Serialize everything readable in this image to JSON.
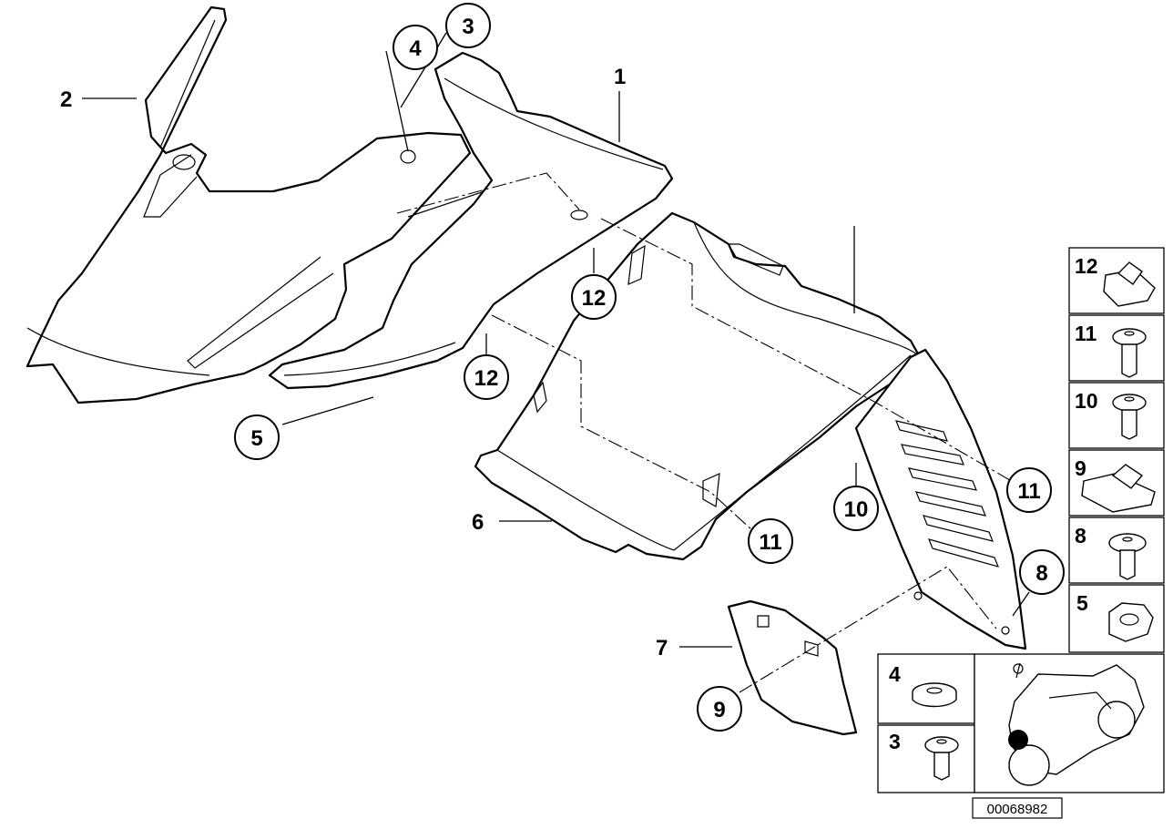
{
  "callouts": [
    "1",
    "2",
    "3",
    "4",
    "5",
    "6",
    "7",
    "8",
    "9",
    "10",
    "11",
    "11",
    "12",
    "12"
  ],
  "legend": [
    "12",
    "11",
    "10",
    "9",
    "8",
    "5",
    "4",
    "3"
  ],
  "reference": "00068982"
}
